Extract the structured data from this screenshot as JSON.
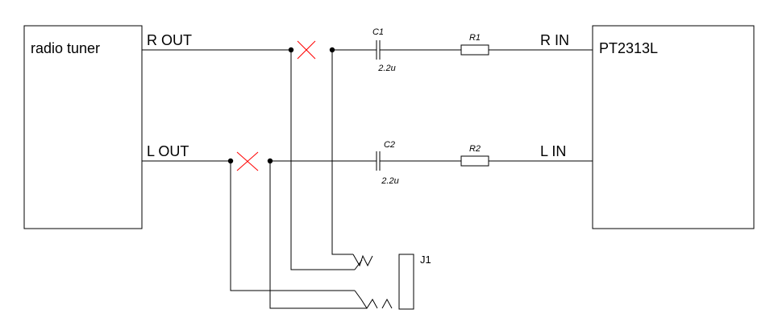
{
  "blocks": {
    "tuner": {
      "label": "radio tuner",
      "pins": {
        "r_out": "R OUT",
        "l_out": "L OUT"
      }
    },
    "ic": {
      "label": "PT2313L",
      "pins": {
        "r_in": "R IN",
        "l_in": "L IN"
      }
    }
  },
  "components": {
    "c1": {
      "ref": "C1",
      "value": "2.2u"
    },
    "c2": {
      "ref": "C2",
      "value": "2.2u"
    },
    "r1": {
      "ref": "R1"
    },
    "r2": {
      "ref": "R2"
    },
    "j1": {
      "ref": "J1"
    }
  },
  "colors": {
    "wire": "#000000",
    "cut_mark": "#ff0000",
    "background": "#ffffff"
  }
}
